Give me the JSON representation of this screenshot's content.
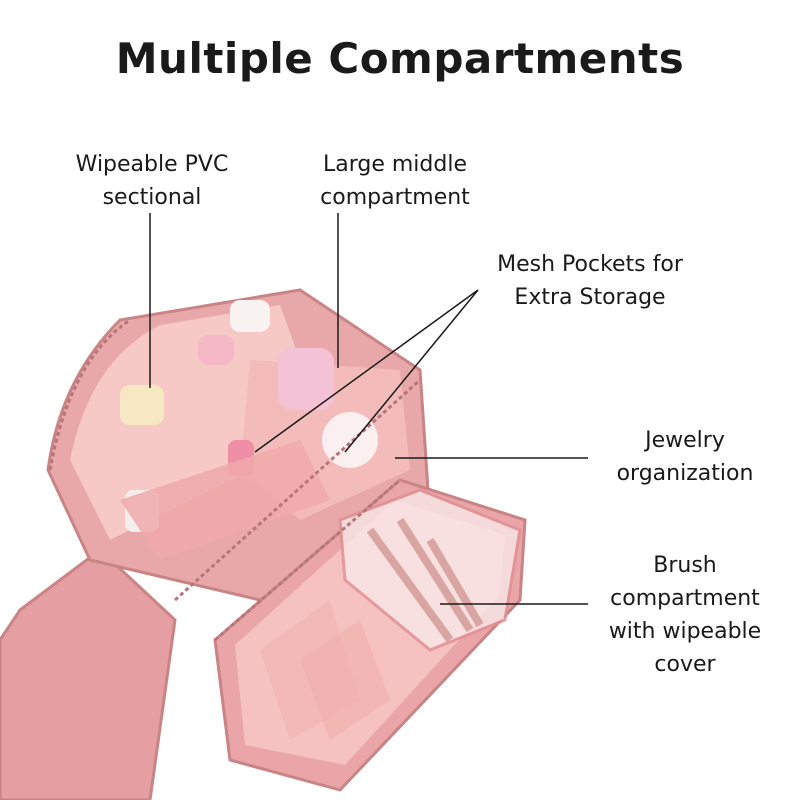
{
  "title": "Multiple Compartments",
  "labels": {
    "pvc": "Wipeable PVC\nsectional",
    "middle": "Large middle\ncompartment",
    "mesh": "Mesh Pockets for\nExtra Storage",
    "jewelry": "Jewelry\norganization",
    "brush": "Brush\ncompartment\nwith wipeable\ncover"
  },
  "colors": {
    "bag": "#e8a7a9",
    "bag_dark": "#c98486",
    "lining": "#f6c8c6",
    "line": "#1a1a1a"
  }
}
